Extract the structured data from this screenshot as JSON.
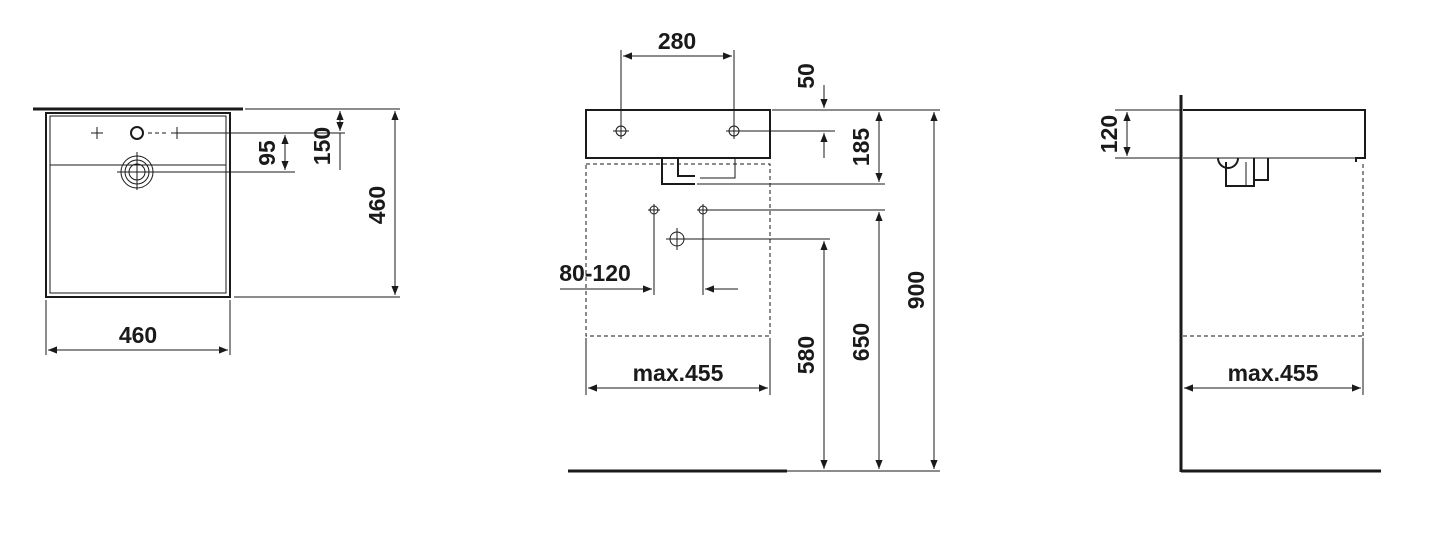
{
  "dimensions": {
    "top_view": {
      "width": "460",
      "depth": "460",
      "tap_hole_offset": "150",
      "waste_offset": "95"
    },
    "front_view": {
      "tap_spacing": "280",
      "rim_offset": "50",
      "basin_height": "185",
      "supply_spacing": "80-120",
      "max_width": "max.455",
      "waste_height": "580",
      "supply_height": "650",
      "rim_height": "900"
    },
    "side_view": {
      "depth": "120",
      "max_width": "max.455"
    }
  }
}
